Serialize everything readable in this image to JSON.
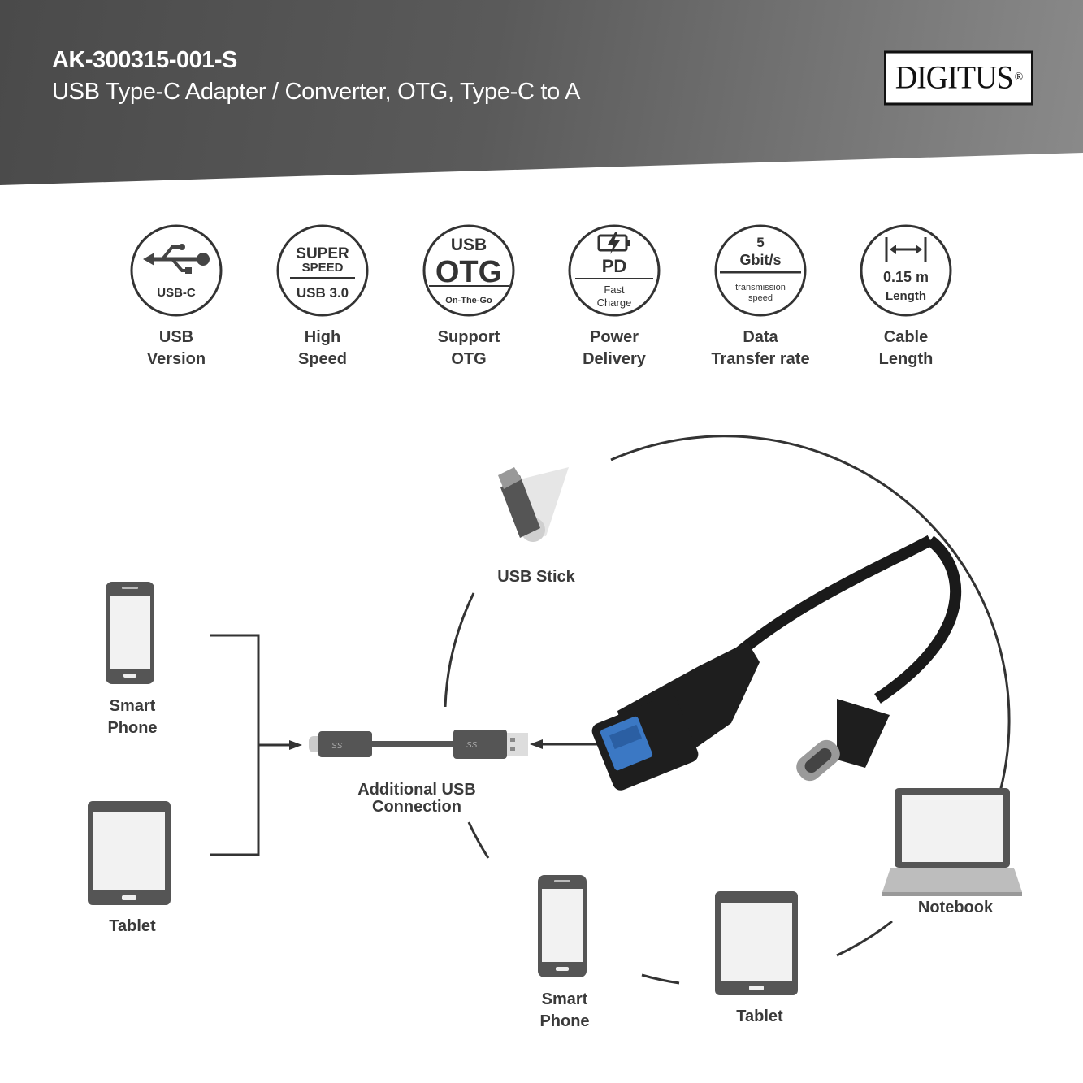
{
  "header": {
    "product_code": "AK-300315-001-S",
    "subtitle": "USB Type-C Adapter / Converter, OTG, Type-C to A",
    "brand_logo": "DIGITUS",
    "brand_mark": "®"
  },
  "features": [
    {
      "icon": "usb-trident-icon",
      "badge": [
        "USB-C"
      ],
      "label": [
        "USB",
        "Version"
      ]
    },
    {
      "icon": "superspeed-badge",
      "badge": [
        "SUPER",
        "SPEED",
        "USB 3.0"
      ],
      "label": [
        "High",
        "Speed"
      ]
    },
    {
      "icon": "otg-badge",
      "badge": [
        "USB",
        "OTG",
        "On-The-Go"
      ],
      "label": [
        "Support",
        "OTG"
      ]
    },
    {
      "icon": "battery-bolt-icon",
      "badge": [
        "PD",
        "Fast",
        "Charge"
      ],
      "label": [
        "Power",
        "Delivery"
      ]
    },
    {
      "icon": "speed-badge",
      "badge": [
        "5",
        "Gbit/s",
        "transmission",
        "speed"
      ],
      "label": [
        "Data",
        "Transfer rate"
      ]
    },
    {
      "icon": "length-arrow-icon",
      "badge": [
        "0.15 m",
        "Length"
      ],
      "label": [
        "Cable",
        "Length"
      ]
    }
  ],
  "diagram": {
    "usb_stick": "USB Stick",
    "left_phone": [
      "Smart",
      "Phone"
    ],
    "left_tablet": "Tablet",
    "additional": [
      "Additional USB",
      "Connection"
    ],
    "bottom_phone": [
      "Smart",
      "Phone"
    ],
    "bottom_tablet": "Tablet",
    "notebook": "Notebook",
    "ss_mark": "SS"
  }
}
